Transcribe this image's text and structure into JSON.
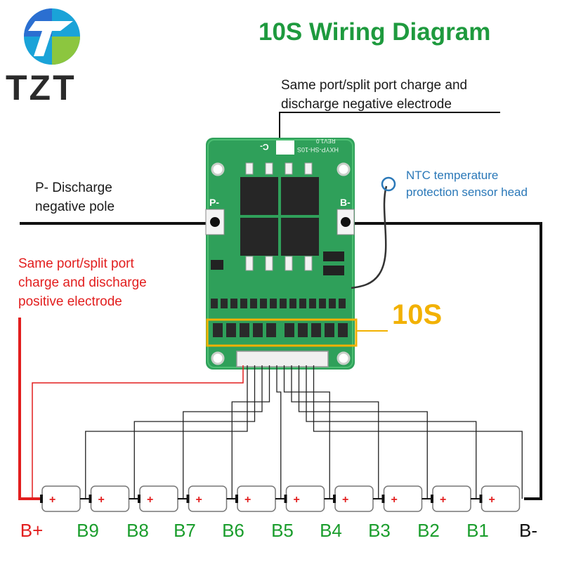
{
  "title": "10S Wiring Diagram",
  "logo": {
    "text": "TZT",
    "colors": [
      "#2b6fd1",
      "#1aa3d8",
      "#8cc63f"
    ]
  },
  "annotations": {
    "top_negative": [
      "Same port/split port charge and",
      "discharge negative electrode"
    ],
    "p_minus": [
      "P- Discharge",
      "negative pole"
    ],
    "positive": [
      "Same port/split port",
      "charge and discharge",
      "positive electrode"
    ],
    "ntc": [
      "NTC temperature",
      "protection sensor head"
    ]
  },
  "board": {
    "color": "#2fa05a",
    "silkscreen": [
      "HXYP-SH-10S",
      "REV1.0"
    ],
    "pads": {
      "left": "P-",
      "right": "B-",
      "top": "C-"
    },
    "config_label": "10S"
  },
  "cells": {
    "count": 10,
    "polarity_mark": "+",
    "labels": [
      "B+",
      "B9",
      "B8",
      "B7",
      "B6",
      "B5",
      "B4",
      "B3",
      "B2",
      "B1",
      "B-"
    ],
    "label_colors": [
      "red",
      "green",
      "green",
      "green",
      "green",
      "green",
      "green",
      "green",
      "green",
      "green",
      "black"
    ]
  },
  "colors": {
    "title": "#1e9a3e",
    "positive_wire": "#e21e1e",
    "negative_wire": "#111111",
    "highlight": "#f2b100",
    "ntc_text": "#2a78b8"
  }
}
